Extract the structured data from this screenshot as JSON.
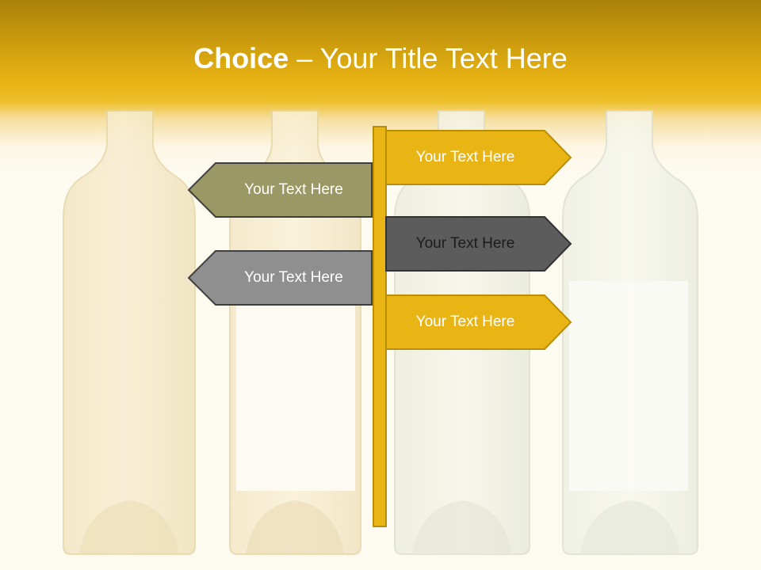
{
  "slide": {
    "title_bold": "Choice",
    "title_rest": " – Your Title Text Here"
  },
  "signs": {
    "right_top": "Your Text Here",
    "left_top": "Your Text Here",
    "right_middle": "Your Text Here",
    "left_bottom": "Your Text Here",
    "right_bottom": "Your Text Here"
  },
  "colors": {
    "header_gold": "#d9a40f",
    "sign_gold": "#e9b514",
    "sign_olive": "#9a9865",
    "sign_gray": "#8f8f8f",
    "sign_dark": "#5c5c5c",
    "outline_brown": "#b98f0a",
    "outline_dark": "#3e3e3e"
  }
}
